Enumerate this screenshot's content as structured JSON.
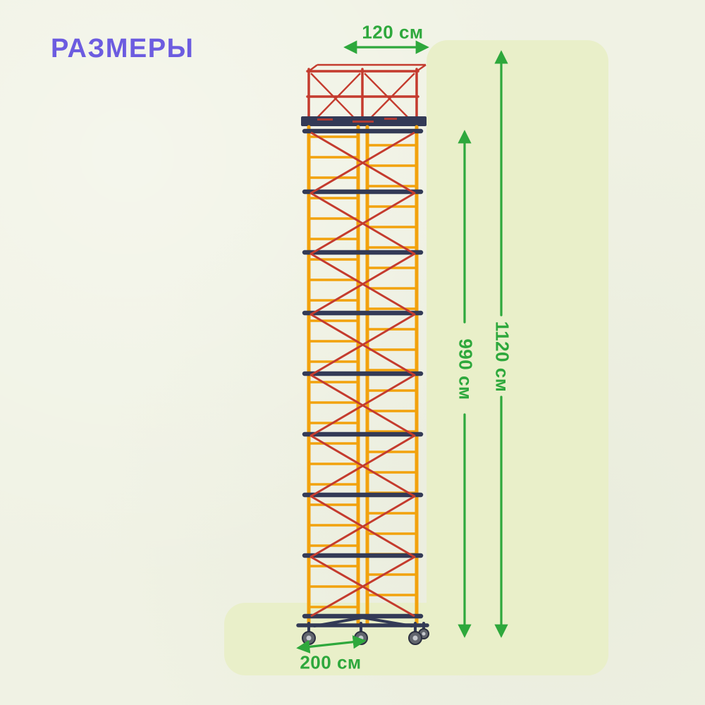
{
  "page": {
    "title": "РАЗМЕРЫ"
  },
  "dimensions": {
    "top_width": {
      "label": "120 см"
    },
    "total_height": {
      "label": "1120 см"
    },
    "platform_height": {
      "label": "990 см"
    },
    "base_length": {
      "label": "200 см"
    }
  },
  "colors": {
    "background": "#f0f2e4",
    "panel": "#e9efc9",
    "arrow": "#2ea83c",
    "title": "#6c5ce0",
    "tower_yellow": "#f2a20d",
    "tower_red": "#c43b2e",
    "tower_navy": "#333a56",
    "wheel_gray": "#62666e"
  }
}
